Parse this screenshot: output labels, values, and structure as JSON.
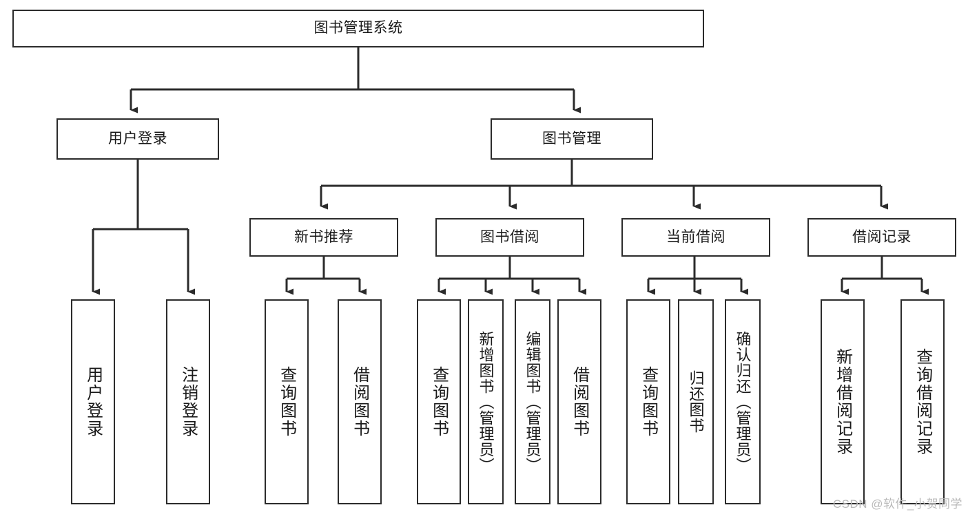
{
  "diagram": {
    "title": "图书管理系统",
    "type": "tree",
    "watermark": "CSDN @软件_小贺同学",
    "colors": {
      "box_border": "#2b2b2b",
      "box_fill": "#ffffff",
      "edge": "#2b2b2b",
      "text": "#1a1a1a",
      "watermark": "#b9b9b9"
    },
    "nodes": {
      "root": {
        "label": "图书管理系统"
      },
      "level2": [
        {
          "id": "user-login",
          "label": "用户登录"
        },
        {
          "id": "book-manage",
          "label": "图书管理"
        }
      ],
      "level3": [
        {
          "id": "new-book-recommend",
          "label": "新书推荐"
        },
        {
          "id": "book-borrow",
          "label": "图书借阅"
        },
        {
          "id": "current-borrow",
          "label": "当前借阅"
        },
        {
          "id": "borrow-record",
          "label": "借阅记录"
        }
      ],
      "leaves": [
        {
          "id": "leaf-user-login",
          "label": "用户登录",
          "parent": "user-login"
        },
        {
          "id": "leaf-user-logout",
          "label": "注销登录",
          "parent": "user-login"
        },
        {
          "id": "leaf-query-book-1",
          "label": "查询图书",
          "parent": "new-book-recommend"
        },
        {
          "id": "leaf-borrow-book-1",
          "label": "借阅图书",
          "parent": "new-book-recommend"
        },
        {
          "id": "leaf-query-book-2",
          "label": "查询图书",
          "parent": "book-borrow"
        },
        {
          "id": "leaf-add-book",
          "label": "新增图书（管理员）",
          "parent": "book-borrow"
        },
        {
          "id": "leaf-edit-book",
          "label": "编辑图书（管理员）",
          "parent": "book-borrow"
        },
        {
          "id": "leaf-borrow-book-2",
          "label": "借阅图书",
          "parent": "book-borrow"
        },
        {
          "id": "leaf-query-book-3",
          "label": "查询图书",
          "parent": "current-borrow"
        },
        {
          "id": "leaf-return-book",
          "label": "归还图书",
          "parent": "current-borrow"
        },
        {
          "id": "leaf-confirm-return",
          "label": "确认归还（管理员）",
          "parent": "current-borrow"
        },
        {
          "id": "leaf-add-record",
          "label": "新增借阅记录",
          "parent": "borrow-record"
        },
        {
          "id": "leaf-query-record",
          "label": "查询借阅记录",
          "parent": "borrow-record"
        }
      ]
    }
  }
}
